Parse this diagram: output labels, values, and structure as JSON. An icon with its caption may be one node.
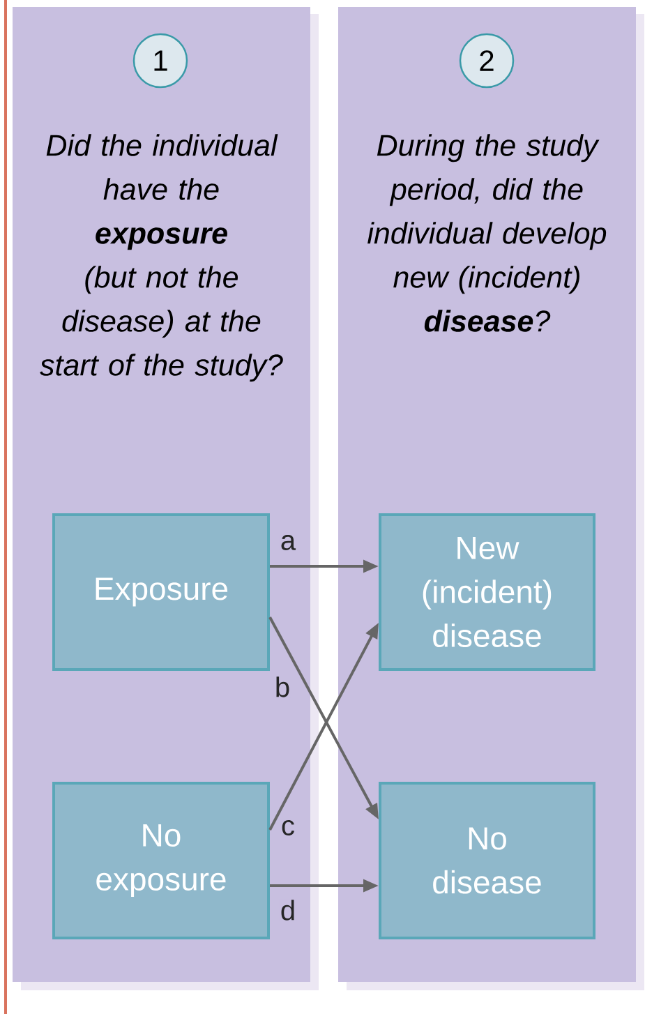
{
  "diagram": {
    "nodes": [
      {
        "text": [
          "Did the individual have the **exposure** (but not the disease) at the start of the study?"
        ]
      },
      {
        "text": [
          "1"
        ],
        "in": 0
      },
      {
        "text": [
          "Exposure"
        ],
        "in": 0
      },
      {
        "text": [
          "No exposure"
        ],
        "in": 0
      },
      {
        "text": [
          "During the study period, did the individual develop new (incident) **disease**?"
        ]
      },
      {
        "text": [
          "2"
        ],
        "in": 4
      },
      {
        "text": [
          "New (incident) disease"
        ],
        "in": 4
      },
      {
        "text": [
          "No disease"
        ],
        "in": 4
      }
    ],
    "edges": [
      {
        "from": 2,
        "to": 6,
        "arrow": "to",
        "label": "a"
      },
      {
        "from": 2,
        "to": 7,
        "arrow": "to",
        "label": "b"
      },
      {
        "from": 3,
        "to": 6,
        "arrow": "to",
        "label": "c"
      },
      {
        "from": 3,
        "to": 7,
        "arrow": "to",
        "label": "d"
      }
    ]
  }
}
